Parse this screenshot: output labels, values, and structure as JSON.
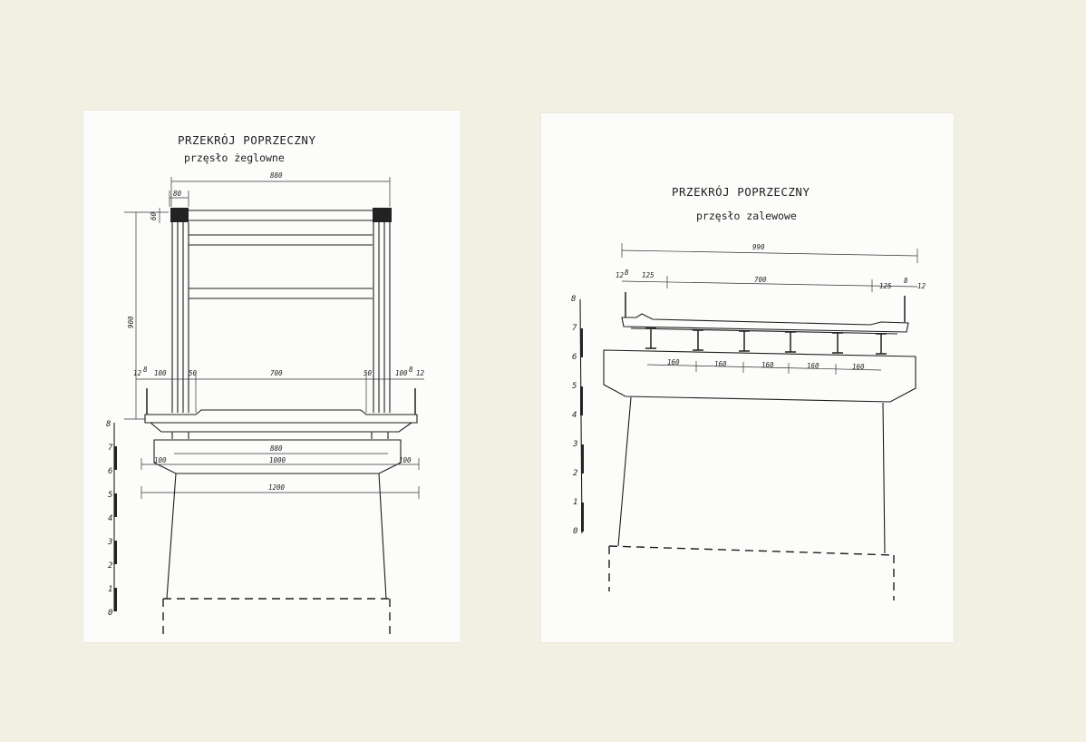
{
  "left_drawing": {
    "title": "PRZEKRÓJ POPRZECZNY",
    "subtitle": "przęsło żeglowne",
    "dims": {
      "top_width": "880",
      "post_width": "80",
      "post_height": "60",
      "height": "900",
      "d12": "12",
      "d8": "8",
      "d100": "100",
      "d50": "50",
      "d700": "700",
      "d50b": "50",
      "d100b": "100",
      "d8b": "8",
      "d12b": "12",
      "beam_880": "880",
      "cap_100a": "100",
      "cap_1000": "1000",
      "cap_100b": "100",
      "base_1200": "1200"
    },
    "scale": [
      "8",
      "7",
      "6",
      "5",
      "4",
      "3",
      "2",
      "1",
      "0"
    ]
  },
  "right_drawing": {
    "title": "PRZEKRÓJ POPRZECZNY",
    "subtitle": "przęsło zalewowe",
    "dims": {
      "total": "990",
      "d12": "12",
      "d8": "8",
      "d125": "125",
      "d700": "700",
      "d125b": "125",
      "d8b": "8",
      "d12b": "12",
      "g1": "160",
      "g2": "160",
      "g3": "160",
      "g4": "160",
      "g5": "160"
    },
    "scale": [
      "8",
      "7",
      "6",
      "5",
      "4",
      "3",
      "2",
      "1",
      "0"
    ]
  }
}
